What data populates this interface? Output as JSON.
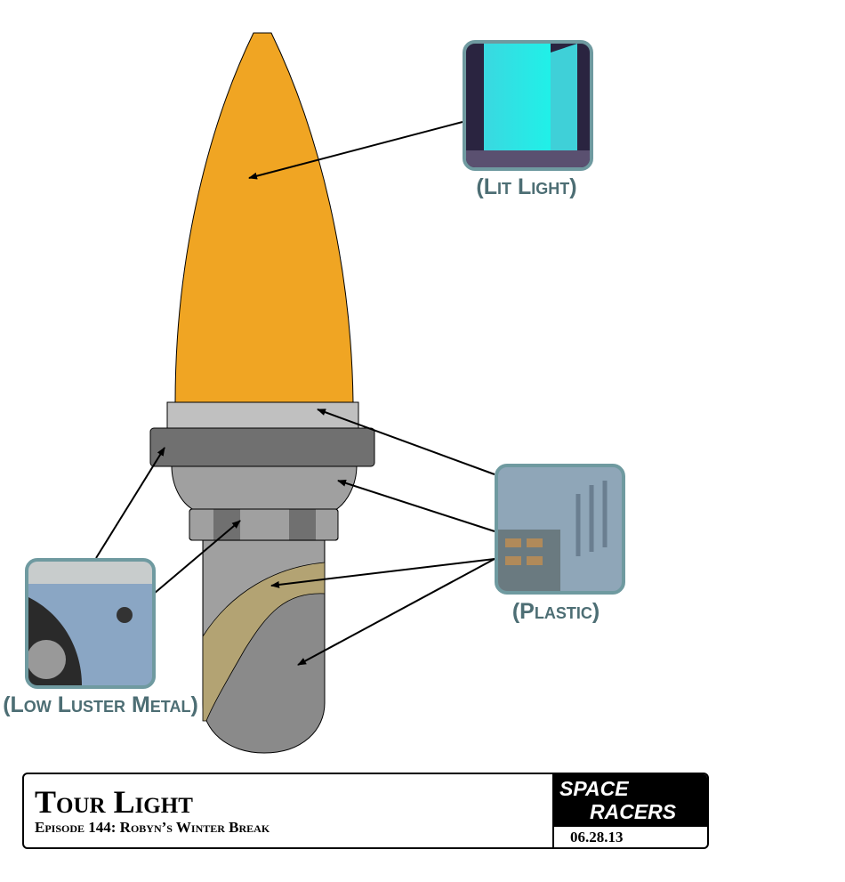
{
  "callouts": {
    "lit_light": "(Lit Light)",
    "plastic": "(Plastic)",
    "low_luster_metal": "(Low Luster Metal)"
  },
  "title_block": {
    "title": "Tour Light",
    "episode": "Episode 144: Robyn’s Winter Break",
    "logo_line1": "SPACE",
    "logo_line2": "RACERS",
    "date": "06.28.13"
  },
  "colors": {
    "bulb": "#f0a523",
    "callout_text": "#4d6e74",
    "frame": "#6f9aa0",
    "tan": "#b3a373"
  }
}
